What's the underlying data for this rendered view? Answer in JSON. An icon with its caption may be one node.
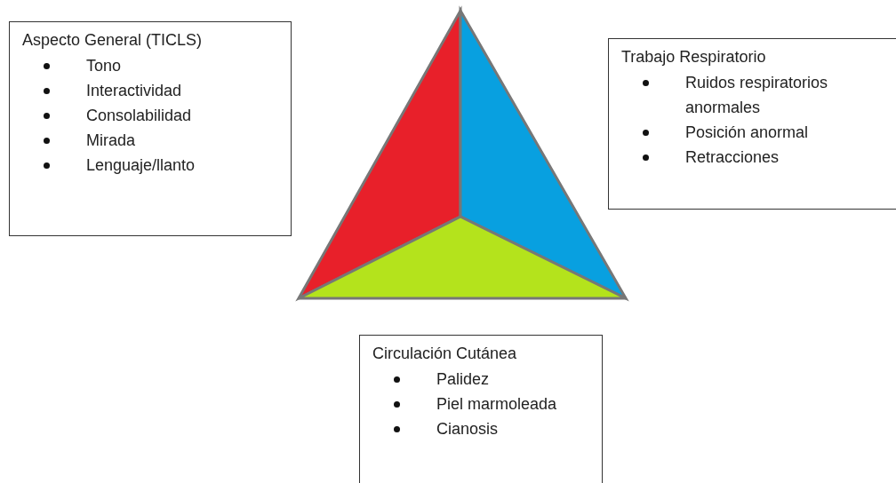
{
  "diagram": {
    "nodes": [
      {
        "text": [
          "Aspecto General (TICLS)",
          "Tono",
          "Interactividad",
          "Consolabilidad",
          "Mirada",
          "Lenguaje/llanto"
        ]
      },
      {
        "text": [
          "Trabajo Respiratorio",
          "Ruidos respiratorios anormales",
          "Posición anormal",
          "Retracciones"
        ]
      },
      {
        "text": [
          "Circulación Cutánea",
          "Palidez",
          "Piel marmoleada",
          "Cianosis"
        ]
      }
    ]
  }
}
